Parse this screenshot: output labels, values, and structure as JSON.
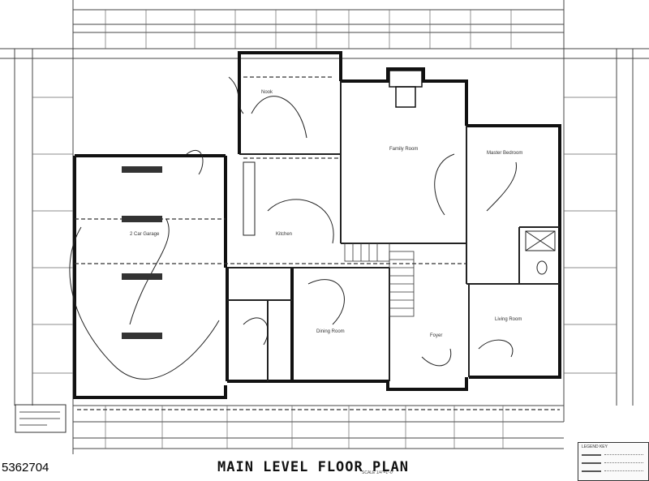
{
  "plan": {
    "title": "MAIN LEVEL FLOOR PLAN",
    "subtitle": "SCALE 1/4\"=1'-0\"",
    "listing_number": "5362704",
    "rooms": {
      "garage": "2 Car Garage",
      "nook": "Nook",
      "family": "Family Room",
      "kitchen": "Kitchen",
      "master_bedroom": "Master Bedroom",
      "dining": "Dining Room",
      "foyer": "Foyer",
      "living": "Living Room"
    },
    "key_title": "LEGEND KEY"
  }
}
